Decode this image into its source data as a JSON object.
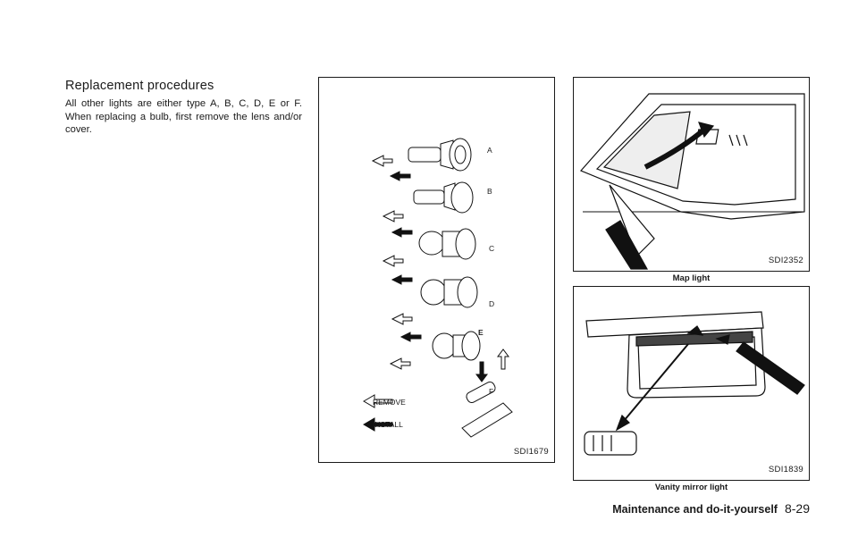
{
  "section": {
    "heading": "Replacement procedures",
    "body": "All other lights are either type A, B, C, D, E or F. When replacing a bulb, first remove the lens and/or cover."
  },
  "figure_bulbs": {
    "code": "SDI1679",
    "labels": [
      "A",
      "B",
      "C",
      "D",
      "E",
      "F"
    ],
    "legend_remove": "REMOVE",
    "legend_install": "INSTALL"
  },
  "figure_map": {
    "code": "SDI2352",
    "caption": "Map light"
  },
  "figure_vanity": {
    "code": "SDI1839",
    "caption": "Vanity mirror light"
  },
  "footer": {
    "title": "Maintenance and do-it-yourself",
    "page": "8-29"
  }
}
